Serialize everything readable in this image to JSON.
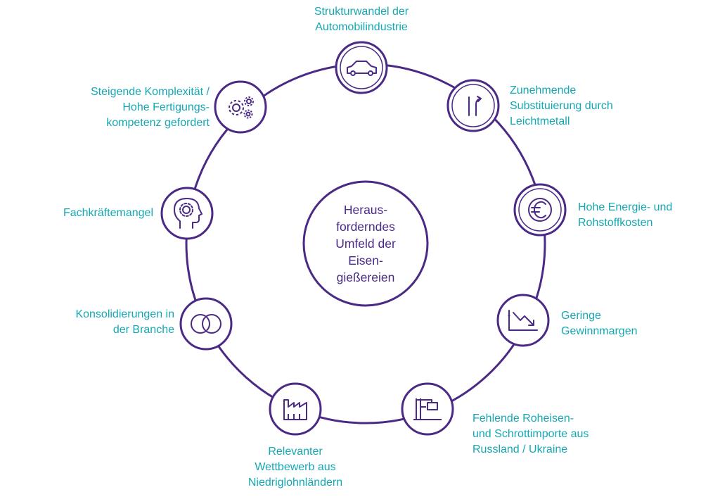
{
  "center": {
    "label": "Heraus-\nforderndes\nUmfeld der\nEisen-\ngießereien"
  },
  "colors": {
    "ring": "#4b2a86",
    "icon": "#4b2a86",
    "text": "#14a8b4",
    "background": "#ffffff"
  },
  "nodes": [
    {
      "icon": "car-icon",
      "label": "Strukturwandel der\nAutomobilindustrie"
    },
    {
      "icon": "road-sign-icon",
      "label": "Zunehmende\nSubstituierung durch\nLeichtmetall"
    },
    {
      "icon": "euro-icon",
      "label": "Hohe Energie- und\nRohstoffkosten"
    },
    {
      "icon": "chart-down-icon",
      "label": "Geringe\nGewinnmargen"
    },
    {
      "icon": "crane-icon",
      "label": "Fehlende Roheisen-\nund Schrottimporte aus\nRussland / Ukraine"
    },
    {
      "icon": "factory-icon",
      "label": "Relevanter\nWettbewerb aus\nNiedriglohnländern"
    },
    {
      "icon": "overlap-circles-icon",
      "label": "Konsolidierungen in\nder Branche"
    },
    {
      "icon": "head-gear-icon",
      "label": "Fachkräftemangel"
    },
    {
      "icon": "gears-icon",
      "label": "Steigende Komplexität /\nHohe Fertigungs-\nkompetenz gefordert"
    }
  ]
}
